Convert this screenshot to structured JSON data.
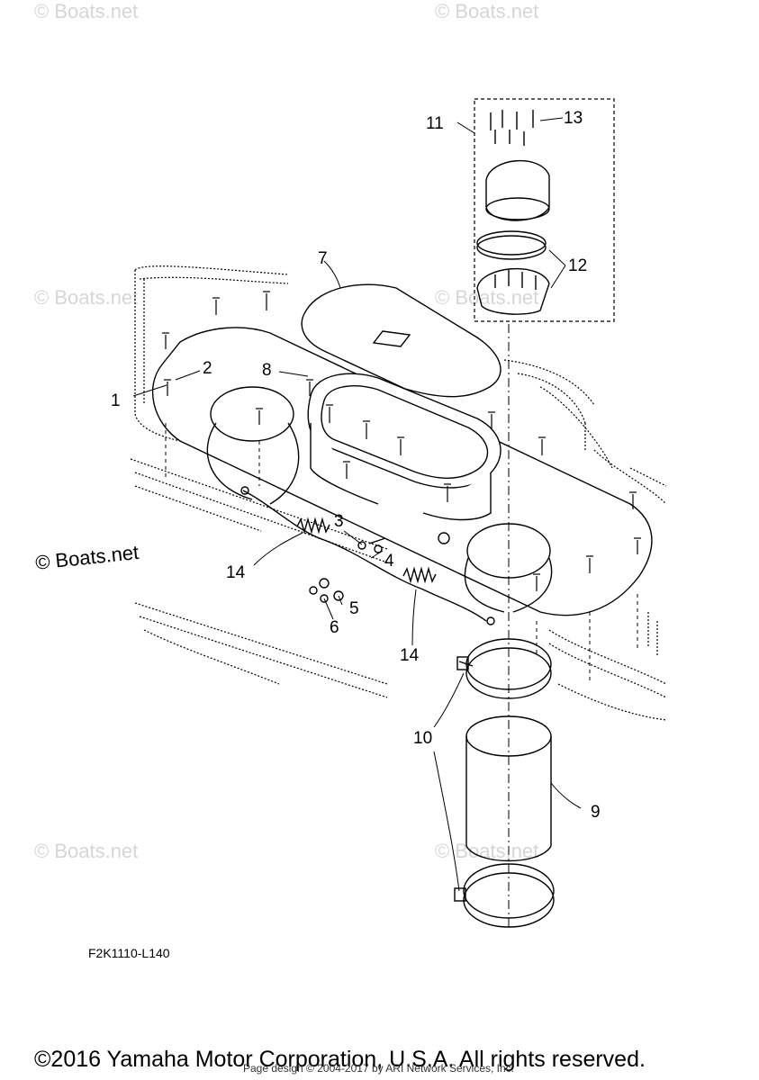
{
  "watermarks": [
    "© Boats.net",
    "© Boats.net",
    "© Boats.net",
    "© Boats.net",
    "© Boats.net",
    "© Boats.net"
  ],
  "brand_mark": "© Boats.net",
  "callouts": [
    "1",
    "2",
    "3",
    "4",
    "5",
    "6",
    "7",
    "8",
    "9",
    "10",
    "10",
    "11",
    "12",
    "13",
    "14",
    "14"
  ],
  "figure_code": "F2K1110-L140",
  "copyright": "©2016 Yamaha Motor Corporation, U.S.A. All rights reserved.",
  "page_design": "Page design © 2004-2017 by ARI Network Services, Inc."
}
